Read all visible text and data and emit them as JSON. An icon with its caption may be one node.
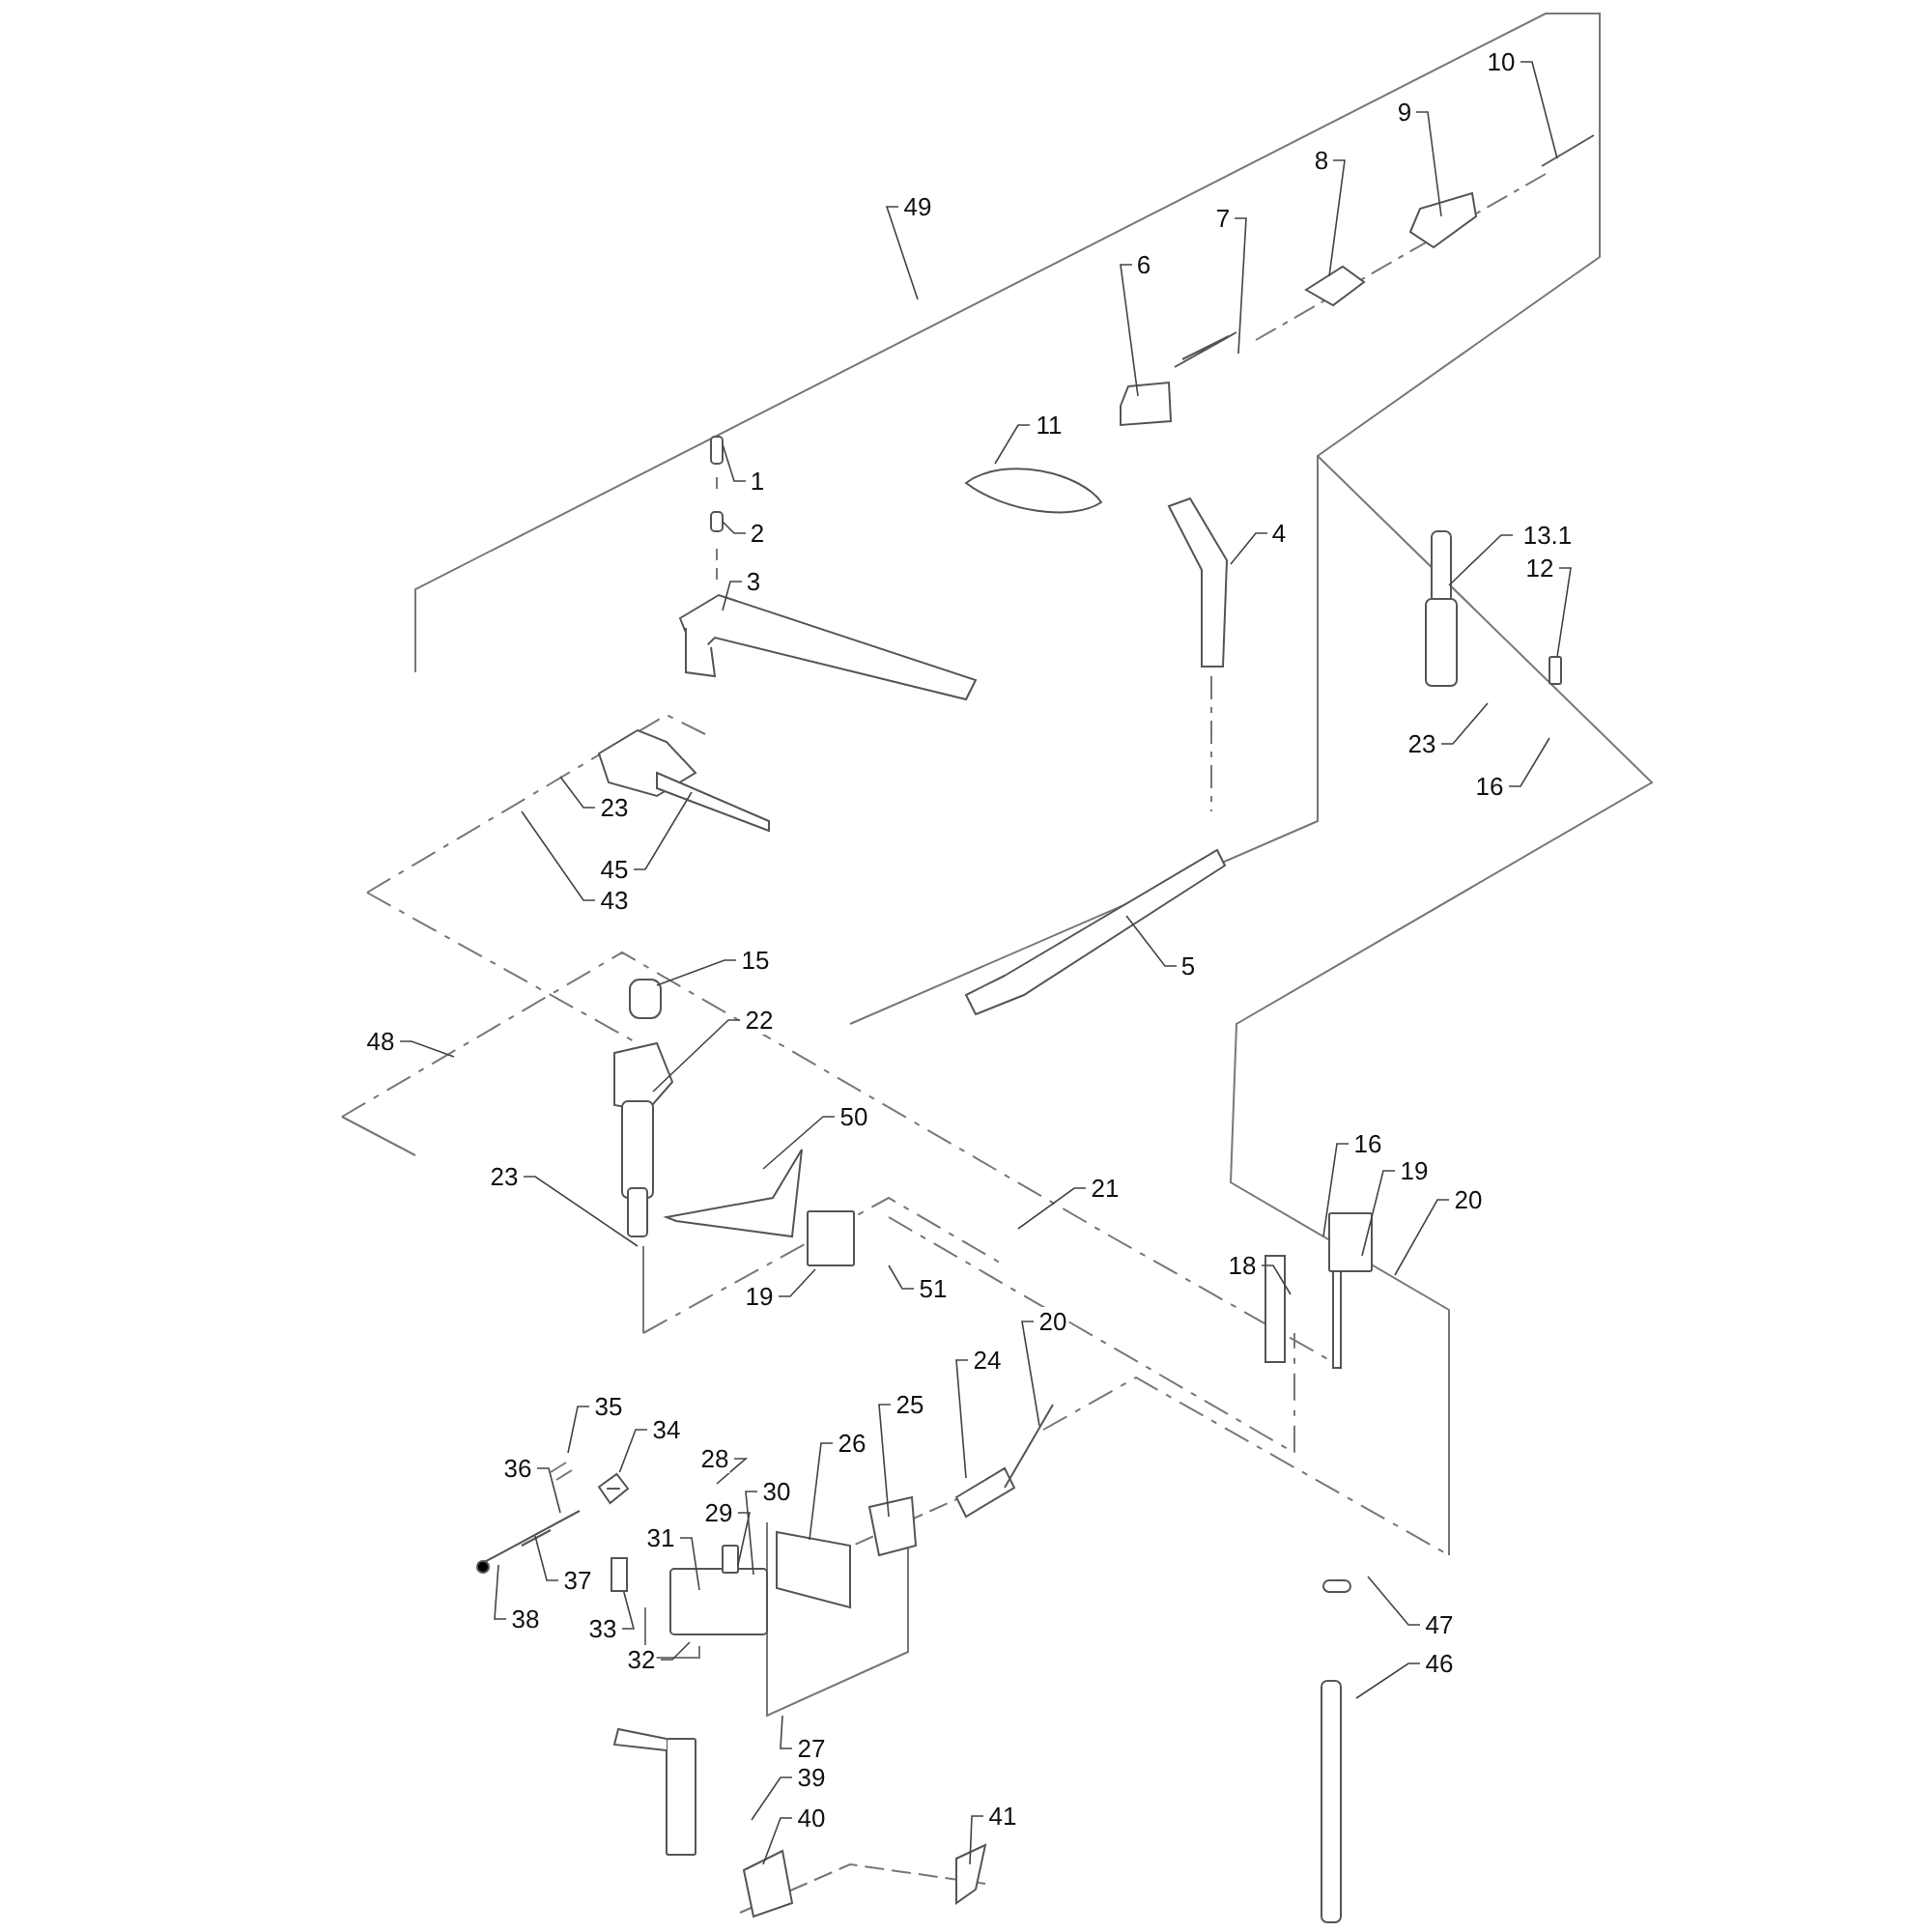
{
  "diagram": {
    "nodes": [
      {
        "text": [
          "10"
        ]
      },
      {
        "text": [
          "9"
        ]
      },
      {
        "text": [
          "8"
        ]
      },
      {
        "text": [
          "7"
        ]
      },
      {
        "text": [
          "49"
        ]
      },
      {
        "text": [
          "6"
        ]
      },
      {
        "text": [
          "11"
        ]
      },
      {
        "text": [
          "1"
        ]
      },
      {
        "text": [
          "4"
        ]
      },
      {
        "text": [
          "13.1"
        ]
      },
      {
        "text": [
          "2"
        ]
      },
      {
        "text": [
          "12"
        ]
      },
      {
        "text": [
          "3"
        ]
      },
      {
        "text": [
          "23"
        ]
      },
      {
        "text": [
          "16"
        ]
      },
      {
        "text": [
          "23"
        ]
      },
      {
        "text": [
          "45"
        ]
      },
      {
        "text": [
          "43"
        ]
      },
      {
        "text": [
          "15"
        ]
      },
      {
        "text": [
          "5"
        ]
      },
      {
        "text": [
          "22"
        ]
      },
      {
        "text": [
          "48"
        ]
      },
      {
        "text": [
          "50"
        ]
      },
      {
        "text": [
          "16"
        ]
      },
      {
        "text": [
          "19"
        ]
      },
      {
        "text": [
          "23"
        ]
      },
      {
        "text": [
          "20"
        ]
      },
      {
        "text": [
          "21"
        ]
      },
      {
        "text": [
          "18"
        ]
      },
      {
        "text": [
          "51"
        ]
      },
      {
        "text": [
          "19"
        ]
      },
      {
        "text": [
          "20"
        ]
      },
      {
        "text": [
          "24"
        ]
      },
      {
        "text": [
          "25"
        ]
      },
      {
        "text": [
          "35"
        ]
      },
      {
        "text": [
          "34"
        ]
      },
      {
        "text": [
          "26"
        ]
      },
      {
        "text": [
          "28"
        ]
      },
      {
        "text": [
          "36"
        ]
      },
      {
        "text": [
          "30"
        ]
      },
      {
        "text": [
          "29"
        ]
      },
      {
        "text": [
          "31"
        ]
      },
      {
        "text": [
          "38"
        ]
      },
      {
        "text": [
          "37"
        ]
      },
      {
        "text": [
          "33"
        ]
      },
      {
        "text": [
          "32"
        ]
      },
      {
        "text": [
          "47"
        ]
      },
      {
        "text": [
          "46"
        ]
      },
      {
        "text": [
          "27"
        ]
      },
      {
        "text": [
          "39"
        ]
      },
      {
        "text": [
          "41"
        ]
      },
      {
        "text": [
          "40"
        ]
      },
      {
        "text": [],
        "shape": "picture"
      },
      {
        "text": [],
        "shape": "box"
      }
    ],
    "edges": [
      {
        "from": 0,
        "to": null,
        "arrow": "none"
      },
      {
        "from": 1,
        "to": null,
        "arrow": "none"
      },
      {
        "from": 2,
        "to": null,
        "arrow": "none"
      },
      {
        "from": 3,
        "to": null,
        "arrow": "none"
      },
      {
        "from": 4,
        "to": null,
        "arrow": "none"
      },
      {
        "from": 5,
        "to": null,
        "arrow": "none"
      },
      {
        "from": 6,
        "to": null,
        "arrow": "none"
      },
      {
        "from": 7,
        "to": null,
        "arrow": "none"
      },
      {
        "from": 8,
        "to": null,
        "arrow": "none"
      },
      {
        "from": 9,
        "to": null,
        "arrow": "none"
      },
      {
        "from": 10,
        "to": null,
        "arrow": "none"
      },
      {
        "from": 11,
        "to": null,
        "arrow": "none"
      },
      {
        "from": 12,
        "to": null,
        "arrow": "none"
      },
      {
        "from": 13,
        "to": null,
        "arrow": "none"
      },
      {
        "from": 14,
        "to": null,
        "arrow": "none"
      },
      {
        "from": 15,
        "to": null,
        "arrow": "none"
      },
      {
        "from": 16,
        "to": null,
        "arrow": "none"
      },
      {
        "from": 17,
        "to": null,
        "arrow": "none"
      },
      {
        "from": 18,
        "to": null,
        "arrow": "none"
      },
      {
        "from": 19,
        "to": null,
        "arrow": "none"
      },
      {
        "from": 20,
        "to": null,
        "arrow": "none"
      },
      {
        "from": 21,
        "to": null,
        "arrow": "none"
      },
      {
        "from": 22,
        "to": null,
        "arrow": "none"
      },
      {
        "from": 23,
        "to": null,
        "arrow": "none"
      },
      {
        "from": 24,
        "to": null,
        "arrow": "none"
      },
      {
        "from": 25,
        "to": null,
        "arrow": "none"
      },
      {
        "from": 26,
        "to": null,
        "arrow": "none"
      },
      {
        "from": 27,
        "to": null,
        "arrow": "none"
      },
      {
        "from": 28,
        "to": null,
        "arrow": "none"
      },
      {
        "from": 29,
        "to": null,
        "arrow": "none"
      },
      {
        "from": 30,
        "to": null,
        "arrow": "none"
      },
      {
        "from": 31,
        "to": null,
        "arrow": "none"
      },
      {
        "from": 32,
        "to": null,
        "arrow": "none"
      },
      {
        "from": 33,
        "to": null,
        "arrow": "none"
      },
      {
        "from": 34,
        "to": null,
        "arrow": "none"
      },
      {
        "from": 35,
        "to": 52,
        "arrow": "none"
      },
      {
        "from": 36,
        "to": null,
        "arrow": "none"
      },
      {
        "from": 37,
        "to": null,
        "arrow": "none"
      },
      {
        "from": 38,
        "to": null,
        "arrow": "none"
      },
      {
        "from": 39,
        "to": null,
        "arrow": "none"
      },
      {
        "from": 40,
        "to": null,
        "arrow": "none"
      },
      {
        "from": 41,
        "to": null,
        "arrow": "none"
      },
      {
        "from": 42,
        "to": null,
        "arrow": "none"
      },
      {
        "from": 43,
        "to": null,
        "arrow": "none"
      },
      {
        "from": 44,
        "to": 53,
        "arrow": "none"
      },
      {
        "from": 45,
        "to": null,
        "arrow": "none"
      },
      {
        "from": 46,
        "to": null,
        "arrow": "none"
      },
      {
        "from": 47,
        "to": null,
        "arrow": "none"
      },
      {
        "from": 48,
        "to": null,
        "arrow": "none"
      },
      {
        "from": 49,
        "to": null,
        "arrow": "none"
      },
      {
        "from": 50,
        "to": null,
        "arrow": "none"
      },
      {
        "from": 51,
        "to": null,
        "arrow": "none"
      }
    ]
  }
}
